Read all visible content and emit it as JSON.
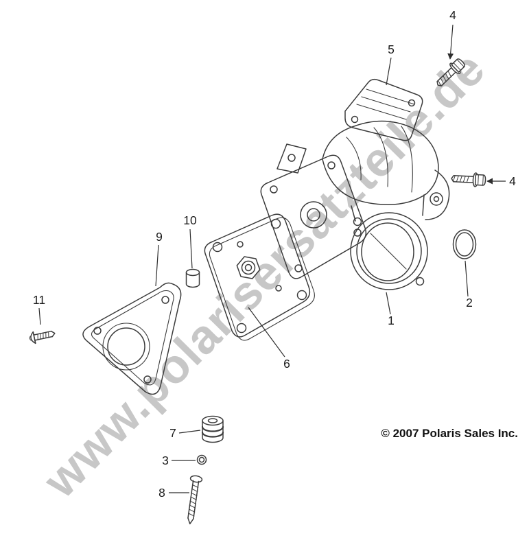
{
  "colors": {
    "background": "#ffffff",
    "line": "#3b3b3b",
    "leader": "#2e2e2e",
    "callout_text": "#1b1b1b",
    "watermark": "#c7c7c7",
    "copyright_text": "#111111"
  },
  "watermark": {
    "text": "www.polarisersatzteile.de"
  },
  "copyright": {
    "text": "© 2007 Polaris Sales Inc."
  },
  "diagram": {
    "callouts": [
      {
        "label": "4"
      },
      {
        "label": "5"
      },
      {
        "label": "4"
      },
      {
        "label": "2"
      },
      {
        "label": "1"
      },
      {
        "label": "6"
      },
      {
        "label": "10"
      },
      {
        "label": "9"
      },
      {
        "label": "11"
      },
      {
        "label": "7"
      },
      {
        "label": "3"
      },
      {
        "label": "8"
      }
    ]
  }
}
